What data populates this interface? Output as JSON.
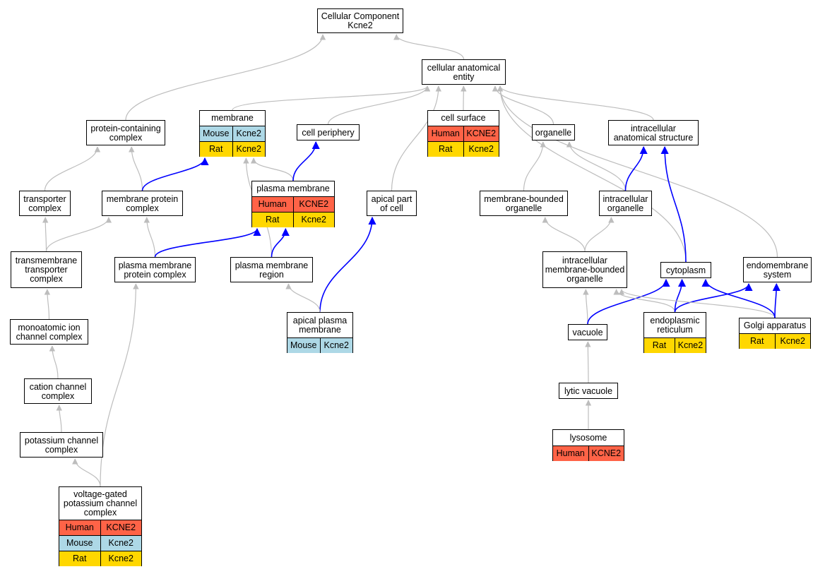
{
  "colors": {
    "edge_default": "#bdbdbd",
    "edge_highlight": "#0000ff",
    "Human": "#ff6347",
    "Mouse": "#add8e6",
    "Rat": "#ffd700"
  },
  "nodes": [
    {
      "id": "root",
      "label": "Cellular Component\nKcne2",
      "rows": []
    },
    {
      "id": "cae",
      "label": "cellular anatomical\nentity",
      "rows": []
    },
    {
      "id": "pcc",
      "label": "protein-containing\ncomplex",
      "rows": []
    },
    {
      "id": "membrane",
      "label": "membrane",
      "rows": [
        {
          "species": "Mouse",
          "gene": "Kcne2"
        },
        {
          "species": "Rat",
          "gene": "Kcne2"
        }
      ]
    },
    {
      "id": "cellper",
      "label": "cell periphery",
      "rows": []
    },
    {
      "id": "cellsurf",
      "label": "cell surface",
      "rows": [
        {
          "species": "Human",
          "gene": "KCNE2"
        },
        {
          "species": "Rat",
          "gene": "Kcne2"
        }
      ]
    },
    {
      "id": "organelle",
      "label": "organelle",
      "rows": []
    },
    {
      "id": "ias",
      "label": "intracellular\nanatomical structure",
      "rows": []
    },
    {
      "id": "transc",
      "label": "transporter\ncomplex",
      "rows": []
    },
    {
      "id": "mpc",
      "label": "membrane protein\ncomplex",
      "rows": []
    },
    {
      "id": "pm",
      "label": "plasma membrane",
      "rows": [
        {
          "species": "Human",
          "gene": "KCNE2"
        },
        {
          "species": "Rat",
          "gene": "Kcne2"
        }
      ]
    },
    {
      "id": "apc",
      "label": "apical part\nof cell",
      "rows": []
    },
    {
      "id": "mbo",
      "label": "membrane-bounded\norganelle",
      "rows": []
    },
    {
      "id": "io",
      "label": "intracellular\norganelle",
      "rows": []
    },
    {
      "id": "ttc",
      "label": "transmembrane\ntransporter\ncomplex",
      "rows": []
    },
    {
      "id": "pmpc",
      "label": "plasma membrane\nprotein complex",
      "rows": []
    },
    {
      "id": "pmr",
      "label": "plasma membrane\nregion",
      "rows": []
    },
    {
      "id": "imbo",
      "label": "intracellular\nmembrane-bounded\norganelle",
      "rows": []
    },
    {
      "id": "cyto",
      "label": "cytoplasm",
      "rows": []
    },
    {
      "id": "endo",
      "label": "endomembrane\nsystem",
      "rows": []
    },
    {
      "id": "mic",
      "label": "monoatomic ion\nchannel complex",
      "rows": []
    },
    {
      "id": "apm",
      "label": "apical plasma\nmembrane",
      "rows": [
        {
          "species": "Mouse",
          "gene": "Kcne2"
        }
      ]
    },
    {
      "id": "er",
      "label": "endoplasmic\nreticulum",
      "rows": [
        {
          "species": "Rat",
          "gene": "Kcne2"
        }
      ]
    },
    {
      "id": "golgi",
      "label": "Golgi apparatus",
      "rows": [
        {
          "species": "Rat",
          "gene": "Kcne2"
        }
      ]
    },
    {
      "id": "vac",
      "label": "vacuole",
      "rows": []
    },
    {
      "id": "ccc",
      "label": "cation channel\ncomplex",
      "rows": []
    },
    {
      "id": "lv",
      "label": "lytic vacuole",
      "rows": []
    },
    {
      "id": "kcc",
      "label": "potassium channel\ncomplex",
      "rows": []
    },
    {
      "id": "lyso",
      "label": "lysosome",
      "rows": [
        {
          "species": "Human",
          "gene": "KCNE2"
        }
      ]
    },
    {
      "id": "vgkcc",
      "label": "voltage-gated\npotassium channel\ncomplex",
      "rows": [
        {
          "species": "Human",
          "gene": "KCNE2"
        },
        {
          "species": "Mouse",
          "gene": "Kcne2"
        },
        {
          "species": "Rat",
          "gene": "Kcne2"
        }
      ]
    }
  ],
  "edges": [
    {
      "from": "cae",
      "to": "root",
      "highlight": false
    },
    {
      "from": "pcc",
      "to": "root",
      "highlight": false
    },
    {
      "from": "membrane",
      "to": "cae",
      "highlight": false
    },
    {
      "from": "cellper",
      "to": "cae",
      "highlight": false
    },
    {
      "from": "cellsurf",
      "to": "cae",
      "highlight": false
    },
    {
      "from": "organelle",
      "to": "cae",
      "highlight": false
    },
    {
      "from": "ias",
      "to": "cae",
      "highlight": false
    },
    {
      "from": "apc",
      "to": "cae",
      "highlight": false
    },
    {
      "from": "cyto",
      "to": "cae",
      "highlight": false
    },
    {
      "from": "endo",
      "to": "cae",
      "highlight": false
    },
    {
      "from": "transc",
      "to": "pcc",
      "highlight": false
    },
    {
      "from": "mpc",
      "to": "pcc",
      "highlight": false
    },
    {
      "from": "mpc",
      "to": "membrane",
      "highlight": true
    },
    {
      "from": "pm",
      "to": "membrane",
      "highlight": false
    },
    {
      "from": "pmr",
      "to": "membrane",
      "highlight": false
    },
    {
      "from": "pm",
      "to": "cellper",
      "highlight": true
    },
    {
      "from": "mbo",
      "to": "organelle",
      "highlight": false
    },
    {
      "from": "io",
      "to": "organelle",
      "highlight": false
    },
    {
      "from": "io",
      "to": "ias",
      "highlight": true
    },
    {
      "from": "cyto",
      "to": "ias",
      "highlight": true
    },
    {
      "from": "ttc",
      "to": "transc",
      "highlight": false
    },
    {
      "from": "ttc",
      "to": "mpc",
      "highlight": false
    },
    {
      "from": "pmpc",
      "to": "mpc",
      "highlight": false
    },
    {
      "from": "pmpc",
      "to": "pm",
      "highlight": true
    },
    {
      "from": "pmr",
      "to": "pm",
      "highlight": true
    },
    {
      "from": "apm",
      "to": "apc",
      "highlight": true
    },
    {
      "from": "apm",
      "to": "pmr",
      "highlight": false
    },
    {
      "from": "imbo",
      "to": "mbo",
      "highlight": false
    },
    {
      "from": "imbo",
      "to": "io",
      "highlight": false
    },
    {
      "from": "mic",
      "to": "ttc",
      "highlight": false
    },
    {
      "from": "ccc",
      "to": "mic",
      "highlight": false
    },
    {
      "from": "kcc",
      "to": "ccc",
      "highlight": false
    },
    {
      "from": "vgkcc",
      "to": "kcc",
      "highlight": false
    },
    {
      "from": "vgkcc",
      "to": "pmpc",
      "highlight": false
    },
    {
      "from": "vac",
      "to": "imbo",
      "highlight": false
    },
    {
      "from": "vac",
      "to": "cyto",
      "highlight": true
    },
    {
      "from": "er",
      "to": "imbo",
      "highlight": false
    },
    {
      "from": "er",
      "to": "cyto",
      "highlight": true
    },
    {
      "from": "er",
      "to": "endo",
      "highlight": true
    },
    {
      "from": "golgi",
      "to": "imbo",
      "highlight": false
    },
    {
      "from": "golgi",
      "to": "cyto",
      "highlight": true
    },
    {
      "from": "golgi",
      "to": "endo",
      "highlight": true
    },
    {
      "from": "lv",
      "to": "vac",
      "highlight": false
    },
    {
      "from": "lyso",
      "to": "lv",
      "highlight": false
    }
  ]
}
